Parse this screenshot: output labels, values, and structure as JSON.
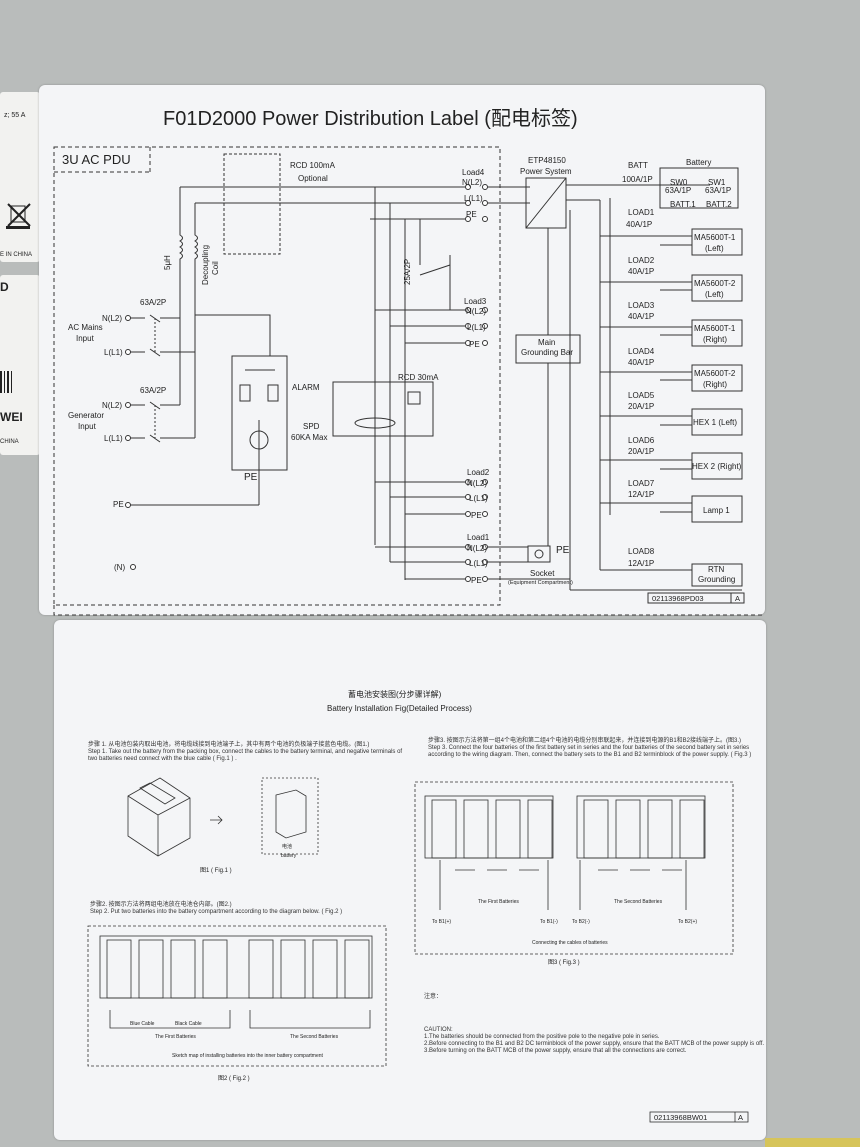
{
  "left_labels": {
    "rating": "z; 55 A",
    "made_in_china": "E IN CHINA",
    "letter_d": "D",
    "brand": "WEI",
    "china": "CHINA"
  },
  "label_top": {
    "title": "F01D2000 Power Distribution Label (配电标签)",
    "pdu_title": "3U AC PDU",
    "rcd100": "RCD 100mA",
    "optional": "Optional",
    "inductor": "5μH",
    "decoupling": "Decoupling",
    "coil": "Coil",
    "ac_mains": "AC Mains",
    "input": "Input",
    "generator": "Generator",
    "n_l2": "N(L2)",
    "l_l1": "L(L1)",
    "breaker_63": "63A/2P",
    "alarm": "ALARM",
    "spd": "SPD",
    "spd_rating": "60KA Max",
    "pe": "PE",
    "n": "(N)",
    "breaker_25": "25A/2P",
    "rcd30": "RCD 30mA",
    "load4": "Load4",
    "load3": "Load3",
    "load2": "Load2",
    "load1": "Load1",
    "etp_model": "ETP48150",
    "etp_name": "Power System",
    "main_grounding": "Main",
    "grounding_bar": "Grounding Bar",
    "socket": "Socket",
    "socket_sub": "(Equipment Compartment)",
    "batt": "BATT",
    "batt_rating": "100A/1P",
    "battery": "Battery",
    "sw0": "SW0",
    "sw1": "SW1",
    "sw_rating": "63A/1P",
    "batt1": "BATT.1",
    "batt2": "BATT.2",
    "loads": [
      {
        "name": "LOAD1",
        "rating": "40A/1P",
        "device": "MA5600T-1",
        "sub": "(Left)"
      },
      {
        "name": "LOAD2",
        "rating": "40A/1P",
        "device": "MA5600T-2",
        "sub": "(Left)"
      },
      {
        "name": "LOAD3",
        "rating": "40A/1P",
        "device": "MA5600T-1",
        "sub": "(Right)"
      },
      {
        "name": "LOAD4",
        "rating": "40A/1P",
        "device": "MA5600T-2",
        "sub": "(Right)"
      },
      {
        "name": "LOAD5",
        "rating": "20A/1P",
        "device": "HEX 1 (Left)",
        "sub": ""
      },
      {
        "name": "LOAD6",
        "rating": "20A/1P",
        "device": "HEX 2 (Right)",
        "sub": ""
      },
      {
        "name": "LOAD7",
        "rating": "12A/1P",
        "device": "Lamp 1",
        "sub": ""
      },
      {
        "name": "LOAD8",
        "rating": "12A/1P",
        "device": "RTN",
        "sub": "Grounding"
      }
    ],
    "code": "02113968PD03",
    "rev": "A"
  },
  "label_bottom": {
    "title_cn": "蓄电池安装图(分步骤详解)",
    "title_en": "Battery Installation Fig(Detailed Process)",
    "step1_cn": "步骤 1. 从电池包装内取出电池，将电缆线接到电池端子上，其中有两个电池的负极端子接蓝色电缆。(图1.)",
    "step1_en1": "Step 1. Take out the battery from the packing box, connect the cables to the battery terminal, and negative terminals of",
    "step1_en2": "two batteries need connect with the blue cable ( Fig.1 ) .",
    "fig1": "图1 ( Fig.1 )",
    "battery_label": "电池",
    "battery_en": "battery",
    "step2_cn": "步骤2. 按图示方法将两组电池放在电池仓内部。(图2.)",
    "step2_en": "Step 2. Put two batteries into the battery compartment according to the diagram below. ( Fig.2 )",
    "blue_cable": "Blue Cable",
    "black_cable": "Black Cable",
    "first_batteries": "The First Batteries",
    "second_batteries": "The Second Batteries",
    "sketch": "Sketch map of installing batteries into the inner battery compartment",
    "fig2": "图2 ( Fig.2 )",
    "step3_cn": "步骤3. 按图示方法将第一组4个电池和第二组4个电池的电缆分别串联起来，并连接到电源的B1和B2接线端子上。(图3.)",
    "step3_en1": "Step 3. Connect the four batteries of the first battery set in series and the four batteries of the second battery set in series",
    "step3_en2": "according to the wiring diagram. Then, connect the battery sets to the B1 and B2 terminblock of the power supply. ( Fig.3 )",
    "to_b1": "To B1(+)",
    "to_b1m": "To B1(-)",
    "to_b2m": "To B2(-)",
    "to_b2": "To B2(+)",
    "connecting": "Connecting the cables of batteries",
    "fig3": "图3 ( Fig.3 )",
    "notes_cn": "注意：",
    "caution": "CAUTION:",
    "notes": [
      "1.The batteries should be connected from the positive pole to the negative pole in series.",
      "2.Before connecting to the B1 and B2 DC terminblock of the power supply, ensure that the BATT MCB of the power supply is off.",
      "3.Before turning on the BATT MCB of the power supply, ensure that all the connections are correct."
    ],
    "code": "02113968BW01",
    "rev": "A"
  },
  "colors": {
    "wall": "#b9bcbb",
    "label": "#f4f5f7",
    "line": "#333333",
    "shelf": "#d6c45a"
  }
}
